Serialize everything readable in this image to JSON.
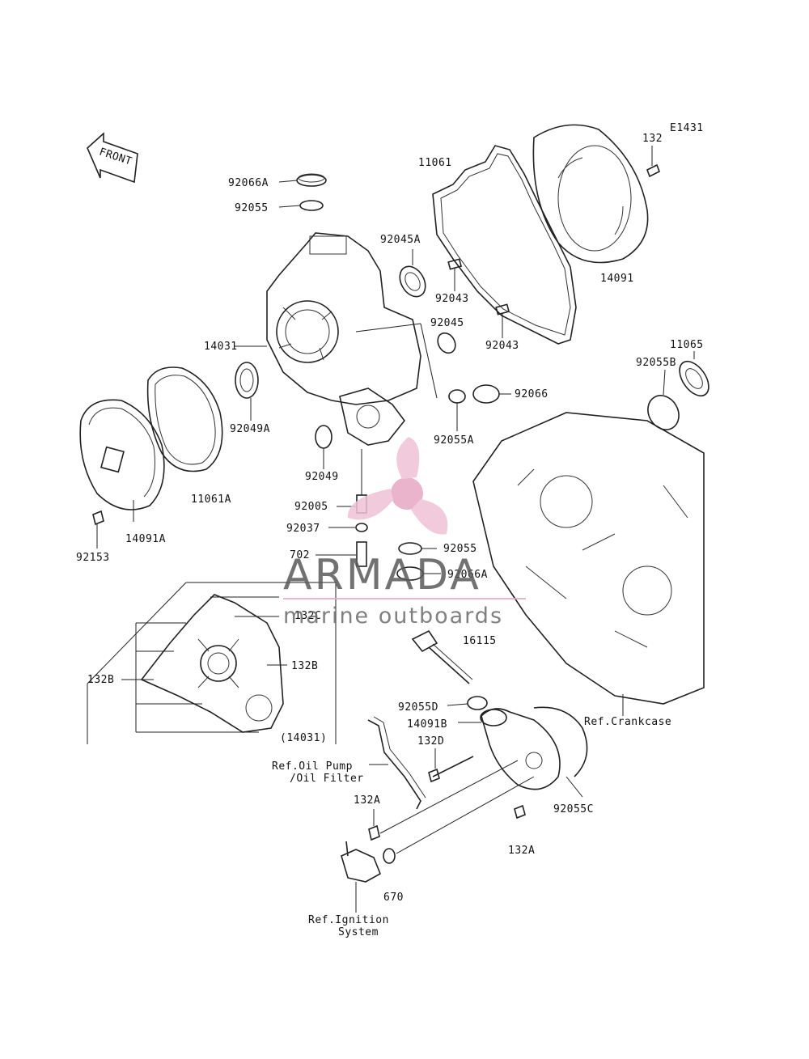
{
  "diagram_code": "E1431",
  "front_arrow_text": "FRONT",
  "watermark": {
    "brand": "ARMADA",
    "tagline": "marine outboards",
    "accent_color": "#e6a8c4"
  },
  "part_numbers": {
    "p132": "132",
    "p11061": "11061",
    "p92066A_top": "92066A",
    "p92055_top": "92055",
    "p92045A": "92045A",
    "p92043_a": "92043",
    "p92043_b": "92043",
    "p14091": "14091",
    "p92045": "92045",
    "p14031": "14031",
    "p11065": "11065",
    "p92055B": "92055B",
    "p92066": "92066",
    "p92049A": "92049A",
    "p92055A": "92055A",
    "p92049": "92049",
    "p11061A": "11061A",
    "p92005": "92005",
    "p92037": "92037",
    "p14091A": "14091A",
    "p92153": "92153",
    "p702": "702",
    "p92055_mid": "92055",
    "p92066A_mid": "92066A",
    "p132C": "132C",
    "p132B_right": "132B",
    "p132B_left": "132B",
    "p14031_ref": "(14031)",
    "p16115": "16115",
    "p92055D": "92055D",
    "p14091B": "14091B",
    "p132D": "132D",
    "p132A_left": "132A",
    "p92055C": "92055C",
    "p132A_right": "132A",
    "p670": "670"
  },
  "references": {
    "crankcase": "Ref.Crankcase",
    "oil_pump_line1": "Ref.Oil Pump",
    "oil_pump_line2": "/Oil Filter",
    "ignition_line1": "Ref.Ignition",
    "ignition_line2": "System"
  }
}
